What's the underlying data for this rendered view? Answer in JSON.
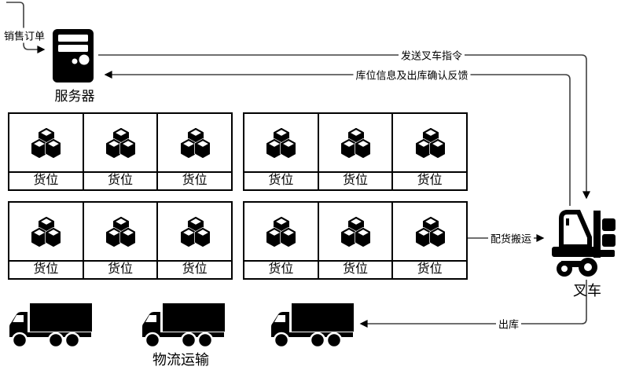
{
  "palette": {
    "line": "#404040",
    "ink": "#000000",
    "background": "#ffffff"
  },
  "server": {
    "label": "服务器",
    "icon": "server-tower-icon"
  },
  "flows": {
    "sales_order": {
      "label": "销售订单"
    },
    "send_command": {
      "label": "发送叉车指令"
    },
    "feedback": {
      "label": "库位信息及出库确认反馈"
    },
    "distribution": {
      "label": "配货搬运"
    },
    "outbound": {
      "label": "出库"
    }
  },
  "storage": {
    "slot_label": "货位",
    "slot_icon": "cube-stack-icon"
  },
  "forklift": {
    "label": "叉车",
    "icon": "forklift-icon"
  },
  "logistics": {
    "label": "物流运输",
    "icon": "truck-icon"
  }
}
